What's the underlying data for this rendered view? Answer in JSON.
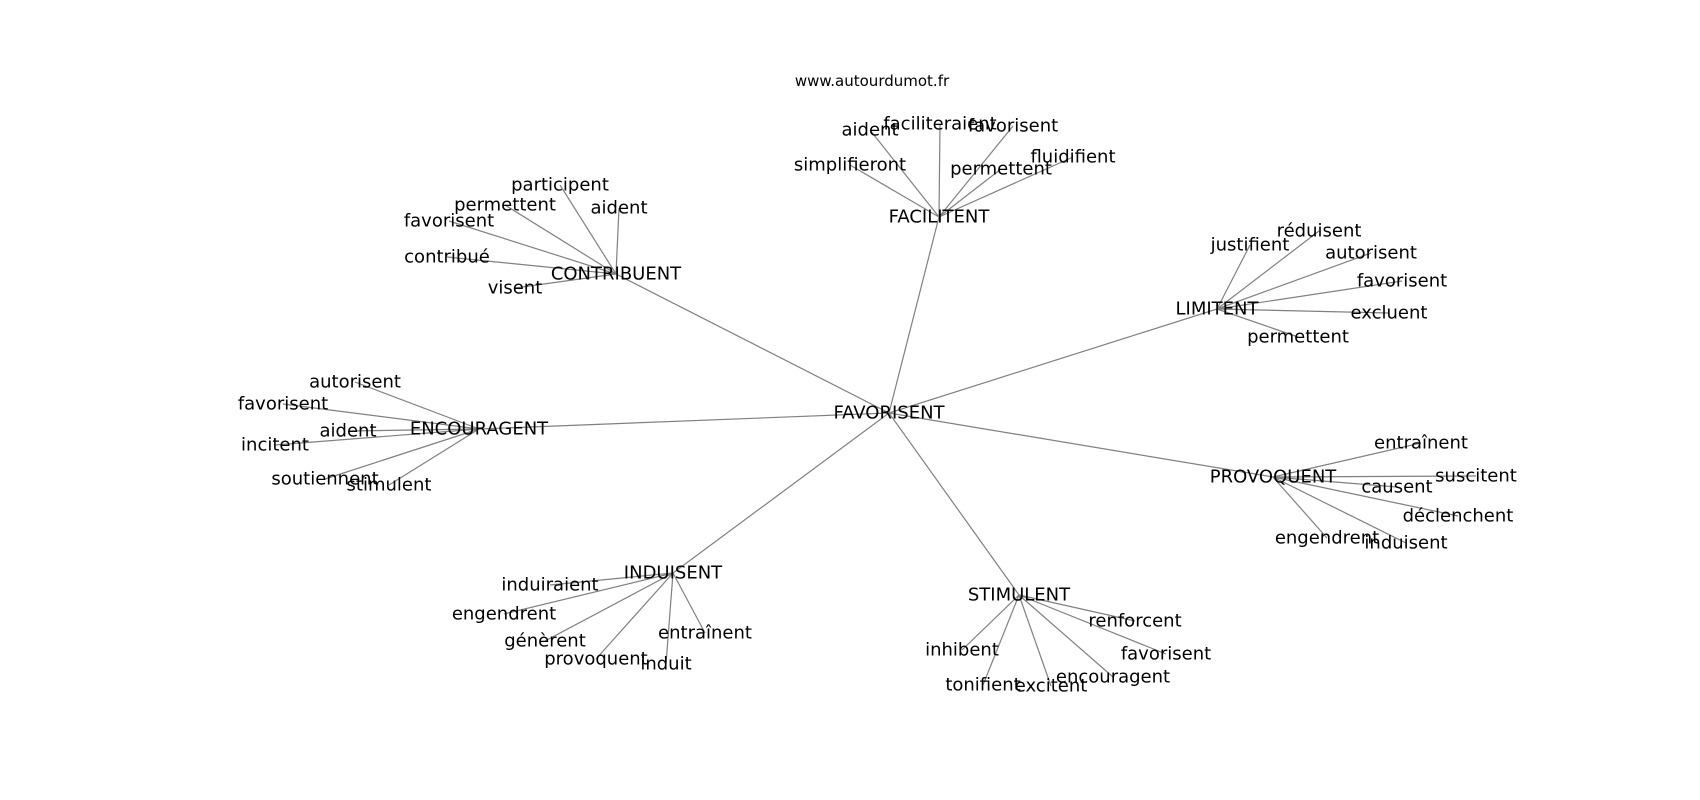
{
  "source": "www.autourdumot.fr",
  "graph": {
    "center": "FAVORISENT",
    "hubs": [
      {
        "label": "FACILITENT",
        "leaves": [
          "aident",
          "faciliteraient",
          "favorisent",
          "simplifieront",
          "permettent",
          "fluidifient"
        ]
      },
      {
        "label": "CONTRIBUENT",
        "leaves": [
          "participent",
          "permettent",
          "aident",
          "favorisent",
          "contribué",
          "visent"
        ]
      },
      {
        "label": "LIMITENT",
        "leaves": [
          "justifient",
          "réduisent",
          "autorisent",
          "favorisent",
          "excluent",
          "permettent"
        ]
      },
      {
        "label": "ENCOURAGENT",
        "leaves": [
          "autorisent",
          "favorisent",
          "aident",
          "incitent",
          "soutiennent",
          "stimulent"
        ]
      },
      {
        "label": "PROVOQUENT",
        "leaves": [
          "entraînent",
          "suscitent",
          "causent",
          "déclenchent",
          "engendrent",
          "induisent"
        ]
      },
      {
        "label": "INDUISENT",
        "leaves": [
          "induiraient",
          "engendrent",
          "génèrent",
          "entraînent",
          "provoquent",
          "induit"
        ]
      },
      {
        "label": "STIMULENT",
        "leaves": [
          "renforcent",
          "inhibent",
          "favorisent",
          "encouragent",
          "tonifient",
          "excitent"
        ]
      }
    ]
  }
}
